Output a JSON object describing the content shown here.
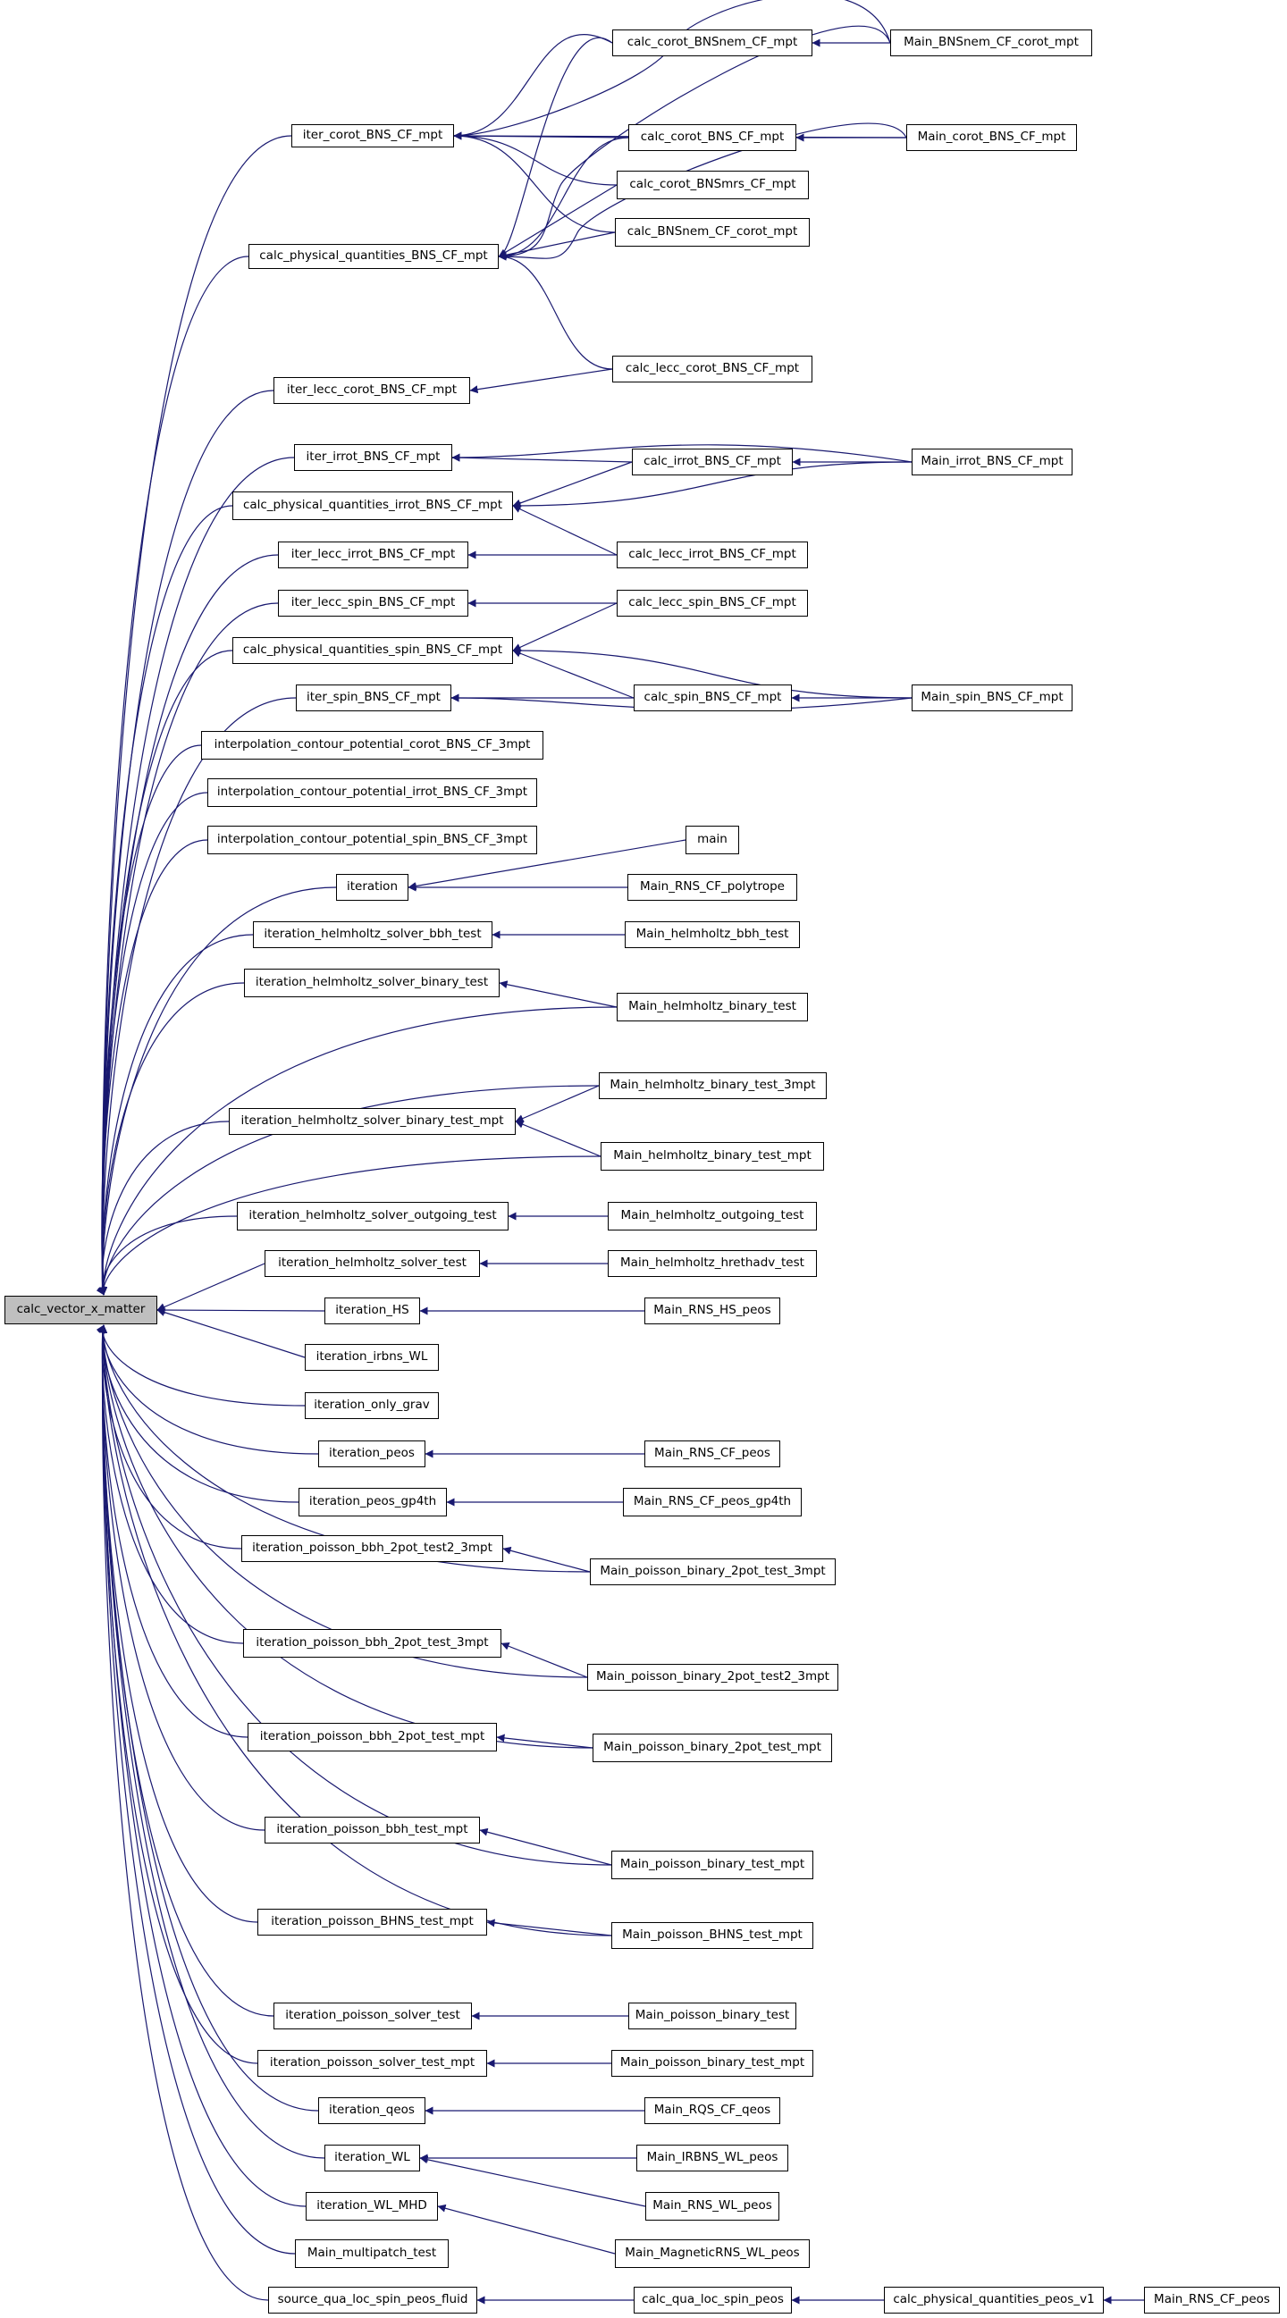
{
  "root": "calc_vector_x_matter",
  "nodes": [
    {
      "id": "n0",
      "label": "calc_vector_x_matter"
    },
    {
      "id": "n1",
      "label": "iter_corot_BNS_CF_mpt"
    },
    {
      "id": "n2",
      "label": "calc_physical_quantities_BNS_CF_mpt"
    },
    {
      "id": "n3",
      "label": "iter_lecc_corot_BNS_CF_mpt"
    },
    {
      "id": "n4",
      "label": "iter_irrot_BNS_CF_mpt"
    },
    {
      "id": "n5",
      "label": "calc_physical_quantities_irrot_BNS_CF_mpt"
    },
    {
      "id": "n6",
      "label": "iter_lecc_irrot_BNS_CF_mpt"
    },
    {
      "id": "n7",
      "label": "iter_lecc_spin_BNS_CF_mpt"
    },
    {
      "id": "n8",
      "label": "calc_physical_quantities_spin_BNS_CF_mpt"
    },
    {
      "id": "n9",
      "label": "iter_spin_BNS_CF_mpt"
    },
    {
      "id": "n10",
      "label": "interpolation_contour_potential_corot_BNS_CF_3mpt"
    },
    {
      "id": "n11",
      "label": "interpolation_contour_potential_irrot_BNS_CF_3mpt"
    },
    {
      "id": "n12",
      "label": "interpolation_contour_potential_spin_BNS_CF_3mpt"
    },
    {
      "id": "n13",
      "label": "iteration"
    },
    {
      "id": "n14",
      "label": "iteration_helmholtz_solver_bbh_test"
    },
    {
      "id": "n15",
      "label": "iteration_helmholtz_solver_binary_test"
    },
    {
      "id": "n16",
      "label": "iteration_helmholtz_solver_binary_test_mpt"
    },
    {
      "id": "n17",
      "label": "iteration_helmholtz_solver_outgoing_test"
    },
    {
      "id": "n18",
      "label": "iteration_helmholtz_solver_test"
    },
    {
      "id": "n19",
      "label": "iteration_HS"
    },
    {
      "id": "n20",
      "label": "iteration_irbns_WL"
    },
    {
      "id": "n21",
      "label": "iteration_only_grav"
    },
    {
      "id": "n22",
      "label": "iteration_peos"
    },
    {
      "id": "n23",
      "label": "iteration_peos_gp4th"
    },
    {
      "id": "n24",
      "label": "iteration_poisson_bbh_2pot_test2_3mpt"
    },
    {
      "id": "n25",
      "label": "iteration_poisson_bbh_2pot_test_3mpt"
    },
    {
      "id": "n26",
      "label": "iteration_poisson_bbh_2pot_test_mpt"
    },
    {
      "id": "n27",
      "label": "iteration_poisson_bbh_test_mpt"
    },
    {
      "id": "n28",
      "label": "iteration_poisson_BHNS_test_mpt"
    },
    {
      "id": "n29",
      "label": "iteration_poisson_solver_test"
    },
    {
      "id": "n30",
      "label": "iteration_poisson_solver_test_mpt"
    },
    {
      "id": "n31",
      "label": "iteration_qeos"
    },
    {
      "id": "n32",
      "label": "iteration_WL"
    },
    {
      "id": "n33",
      "label": "iteration_WL_MHD"
    },
    {
      "id": "n34",
      "label": "Main_multipatch_test"
    },
    {
      "id": "n35",
      "label": "source_qua_loc_spin_peos_fluid"
    },
    {
      "id": "n36",
      "label": "calc_corot_BNSnem_CF_mpt"
    },
    {
      "id": "n37",
      "label": "calc_corot_BNS_CF_mpt"
    },
    {
      "id": "n38",
      "label": "calc_corot_BNSmrs_CF_mpt"
    },
    {
      "id": "n39",
      "label": "calc_BNSnem_CF_corot_mpt"
    },
    {
      "id": "n40",
      "label": "calc_lecc_corot_BNS_CF_mpt"
    },
    {
      "id": "n41",
      "label": "calc_irrot_BNS_CF_mpt"
    },
    {
      "id": "n42",
      "label": "calc_lecc_irrot_BNS_CF_mpt"
    },
    {
      "id": "n43",
      "label": "calc_lecc_spin_BNS_CF_mpt"
    },
    {
      "id": "n44",
      "label": "calc_spin_BNS_CF_mpt"
    },
    {
      "id": "n45",
      "label": "main"
    },
    {
      "id": "n46",
      "label": "Main_RNS_CF_polytrope"
    },
    {
      "id": "n47",
      "label": "Main_helmholtz_bbh_test"
    },
    {
      "id": "n48",
      "label": "Main_helmholtz_binary_test"
    },
    {
      "id": "n49",
      "label": "Main_helmholtz_binary_test_3mpt"
    },
    {
      "id": "n50",
      "label": "Main_helmholtz_binary_test_mpt"
    },
    {
      "id": "n51",
      "label": "Main_helmholtz_outgoing_test"
    },
    {
      "id": "n52",
      "label": "Main_helmholtz_hrethadv_test"
    },
    {
      "id": "n53",
      "label": "Main_RNS_HS_peos"
    },
    {
      "id": "n54",
      "label": "Main_RNS_CF_peos"
    },
    {
      "id": "n55",
      "label": "Main_RNS_CF_peos_gp4th"
    },
    {
      "id": "n56",
      "label": "Main_poisson_binary_2pot_test_3mpt"
    },
    {
      "id": "n57",
      "label": "Main_poisson_binary_2pot_test2_3mpt"
    },
    {
      "id": "n58",
      "label": "Main_poisson_binary_2pot_test_mpt"
    },
    {
      "id": "n59",
      "label": "Main_poisson_binary_test_mpt"
    },
    {
      "id": "n60",
      "label": "Main_poisson_BHNS_test_mpt"
    },
    {
      "id": "n61",
      "label": "Main_poisson_binary_test"
    },
    {
      "id": "n62",
      "label": "Main_poisson_binary_test_mpt"
    },
    {
      "id": "n63",
      "label": "Main_RQS_CF_qeos"
    },
    {
      "id": "n64",
      "label": "Main_IRBNS_WL_peos"
    },
    {
      "id": "n65",
      "label": "Main_RNS_WL_peos"
    },
    {
      "id": "n66",
      "label": "Main_MagneticRNS_WL_peos"
    },
    {
      "id": "n67",
      "label": "calc_qua_loc_spin_peos"
    },
    {
      "id": "n68",
      "label": "Main_BNSnem_CF_corot_mpt"
    },
    {
      "id": "n69",
      "label": "Main_corot_BNS_CF_mpt"
    },
    {
      "id": "n70",
      "label": "Main_irrot_BNS_CF_mpt"
    },
    {
      "id": "n71",
      "label": "Main_spin_BNS_CF_mpt"
    },
    {
      "id": "n72",
      "label": "calc_physical_quantities_peos_v1"
    },
    {
      "id": "n73",
      "label": "Main_RNS_CF_peos"
    }
  ],
  "edges": [
    [
      "n1",
      "n0"
    ],
    [
      "n2",
      "n0"
    ],
    [
      "n3",
      "n0"
    ],
    [
      "n4",
      "n0"
    ],
    [
      "n5",
      "n0"
    ],
    [
      "n6",
      "n0"
    ],
    [
      "n7",
      "n0"
    ],
    [
      "n8",
      "n0"
    ],
    [
      "n9",
      "n0"
    ],
    [
      "n10",
      "n0"
    ],
    [
      "n11",
      "n0"
    ],
    [
      "n12",
      "n0"
    ],
    [
      "n13",
      "n0"
    ],
    [
      "n14",
      "n0"
    ],
    [
      "n15",
      "n0"
    ],
    [
      "n48",
      "n0"
    ],
    [
      "n49",
      "n0"
    ],
    [
      "n16",
      "n0"
    ],
    [
      "n50",
      "n0"
    ],
    [
      "n17",
      "n0"
    ],
    [
      "n18",
      "n0"
    ],
    [
      "n19",
      "n0"
    ],
    [
      "n20",
      "n0"
    ],
    [
      "n21",
      "n0"
    ],
    [
      "n22",
      "n0"
    ],
    [
      "n23",
      "n0"
    ],
    [
      "n24",
      "n0"
    ],
    [
      "n56",
      "n0"
    ],
    [
      "n25",
      "n0"
    ],
    [
      "n57",
      "n0"
    ],
    [
      "n26",
      "n0"
    ],
    [
      "n58",
      "n0"
    ],
    [
      "n27",
      "n0"
    ],
    [
      "n59",
      "n0"
    ],
    [
      "n28",
      "n0"
    ],
    [
      "n60",
      "n0"
    ],
    [
      "n29",
      "n0"
    ],
    [
      "n30",
      "n0"
    ],
    [
      "n31",
      "n0"
    ],
    [
      "n32",
      "n0"
    ],
    [
      "n33",
      "n0"
    ],
    [
      "n34",
      "n0"
    ],
    [
      "n35",
      "n0"
    ],
    [
      "n36",
      "n1"
    ],
    [
      "n37",
      "n1"
    ],
    [
      "n38",
      "n1"
    ],
    [
      "n39",
      "n1"
    ],
    [
      "n68",
      "n1"
    ],
    [
      "n69",
      "n1"
    ],
    [
      "n36",
      "n2"
    ],
    [
      "n37",
      "n2"
    ],
    [
      "n38",
      "n2"
    ],
    [
      "n39",
      "n2"
    ],
    [
      "n68",
      "n2"
    ],
    [
      "n69",
      "n2"
    ],
    [
      "n40",
      "n2"
    ],
    [
      "n40",
      "n3"
    ],
    [
      "n41",
      "n4"
    ],
    [
      "n70",
      "n4"
    ],
    [
      "n41",
      "n5"
    ],
    [
      "n42",
      "n5"
    ],
    [
      "n70",
      "n5"
    ],
    [
      "n42",
      "n6"
    ],
    [
      "n43",
      "n7"
    ],
    [
      "n43",
      "n8"
    ],
    [
      "n44",
      "n8"
    ],
    [
      "n71",
      "n8"
    ],
    [
      "n44",
      "n9"
    ],
    [
      "n71",
      "n9"
    ],
    [
      "n45",
      "n13"
    ],
    [
      "n46",
      "n13"
    ],
    [
      "n47",
      "n14"
    ],
    [
      "n48",
      "n15"
    ],
    [
      "n49",
      "n16"
    ],
    [
      "n50",
      "n16"
    ],
    [
      "n51",
      "n17"
    ],
    [
      "n52",
      "n18"
    ],
    [
      "n53",
      "n19"
    ],
    [
      "n54",
      "n22"
    ],
    [
      "n55",
      "n23"
    ],
    [
      "n56",
      "n24"
    ],
    [
      "n57",
      "n25"
    ],
    [
      "n58",
      "n26"
    ],
    [
      "n59",
      "n27"
    ],
    [
      "n60",
      "n28"
    ],
    [
      "n61",
      "n29"
    ],
    [
      "n62",
      "n30"
    ],
    [
      "n63",
      "n31"
    ],
    [
      "n64",
      "n32"
    ],
    [
      "n65",
      "n32"
    ],
    [
      "n66",
      "n33"
    ],
    [
      "n67",
      "n35"
    ],
    [
      "n68",
      "n36"
    ],
    [
      "n69",
      "n37"
    ],
    [
      "n70",
      "n41"
    ],
    [
      "n71",
      "n44"
    ],
    [
      "n72",
      "n67"
    ],
    [
      "n73",
      "n72"
    ]
  ],
  "colors": {
    "edge": "#191970",
    "node_border": "#000000",
    "node_fill": "#ffffff",
    "root_fill": "#bfbfbf"
  }
}
